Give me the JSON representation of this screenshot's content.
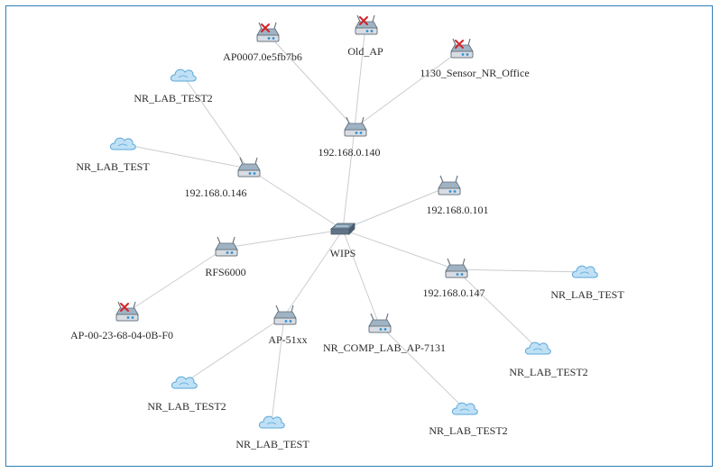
{
  "diagram": {
    "nodes": [
      {
        "id": "wips",
        "label": "WIPS",
        "icon": "switch-icon"
      },
      {
        "id": "n140",
        "label": "192.168.0.140",
        "icon": "access-point-icon"
      },
      {
        "id": "n146",
        "label": "192.168.0.146",
        "icon": "access-point-icon"
      },
      {
        "id": "n101",
        "label": "192.168.0.101",
        "icon": "access-point-icon"
      },
      {
        "id": "n147",
        "label": "192.168.0.147",
        "icon": "access-point-icon"
      },
      {
        "id": "rfs",
        "label": "RFS6000",
        "icon": "access-point-icon"
      },
      {
        "id": "ap51",
        "label": "AP-51xx",
        "icon": "access-point-icon"
      },
      {
        "id": "comp",
        "label": "NR_COMP_LAB_AP-7131",
        "icon": "access-point-icon"
      },
      {
        "id": "ap0007",
        "label": "AP0007.0e5fb7b6",
        "icon": "offline-access-point-icon"
      },
      {
        "id": "oldap",
        "label": "Old_AP",
        "icon": "offline-access-point-icon"
      },
      {
        "id": "sensor",
        "label": "1130_Sensor_NR_Office",
        "icon": "offline-access-point-icon"
      },
      {
        "id": "ap002368",
        "label": "AP-00-23-68-04-0B-F0",
        "icon": "offline-access-point-icon"
      },
      {
        "id": "lt2a",
        "label": "NR_LAB_TEST2",
        "icon": "wireless-network-icon"
      },
      {
        "id": "lta",
        "label": "NR_LAB_TEST",
        "icon": "wireless-network-icon"
      },
      {
        "id": "ltb",
        "label": "NR_LAB_TEST",
        "icon": "wireless-network-icon"
      },
      {
        "id": "lt2b",
        "label": "NR_LAB_TEST2",
        "icon": "wireless-network-icon"
      },
      {
        "id": "lt2c",
        "label": "NR_LAB_TEST2",
        "icon": "wireless-network-icon"
      },
      {
        "id": "ltc",
        "label": "NR_LAB_TEST",
        "icon": "wireless-network-icon"
      },
      {
        "id": "lt2d",
        "label": "NR_LAB_TEST2",
        "icon": "wireless-network-icon"
      }
    ],
    "edges": [
      [
        "wips",
        "n140"
      ],
      [
        "wips",
        "n146"
      ],
      [
        "wips",
        "n101"
      ],
      [
        "wips",
        "n147"
      ],
      [
        "wips",
        "rfs"
      ],
      [
        "wips",
        "ap51"
      ],
      [
        "wips",
        "comp"
      ],
      [
        "n140",
        "ap0007"
      ],
      [
        "n140",
        "oldap"
      ],
      [
        "n140",
        "sensor"
      ],
      [
        "n146",
        "lt2a"
      ],
      [
        "n146",
        "lta"
      ],
      [
        "n147",
        "ltb"
      ],
      [
        "n147",
        "lt2b"
      ],
      [
        "rfs",
        "ap002368"
      ],
      [
        "ap51",
        "lt2c"
      ],
      [
        "ap51",
        "ltc"
      ],
      [
        "comp",
        "lt2d"
      ]
    ]
  }
}
